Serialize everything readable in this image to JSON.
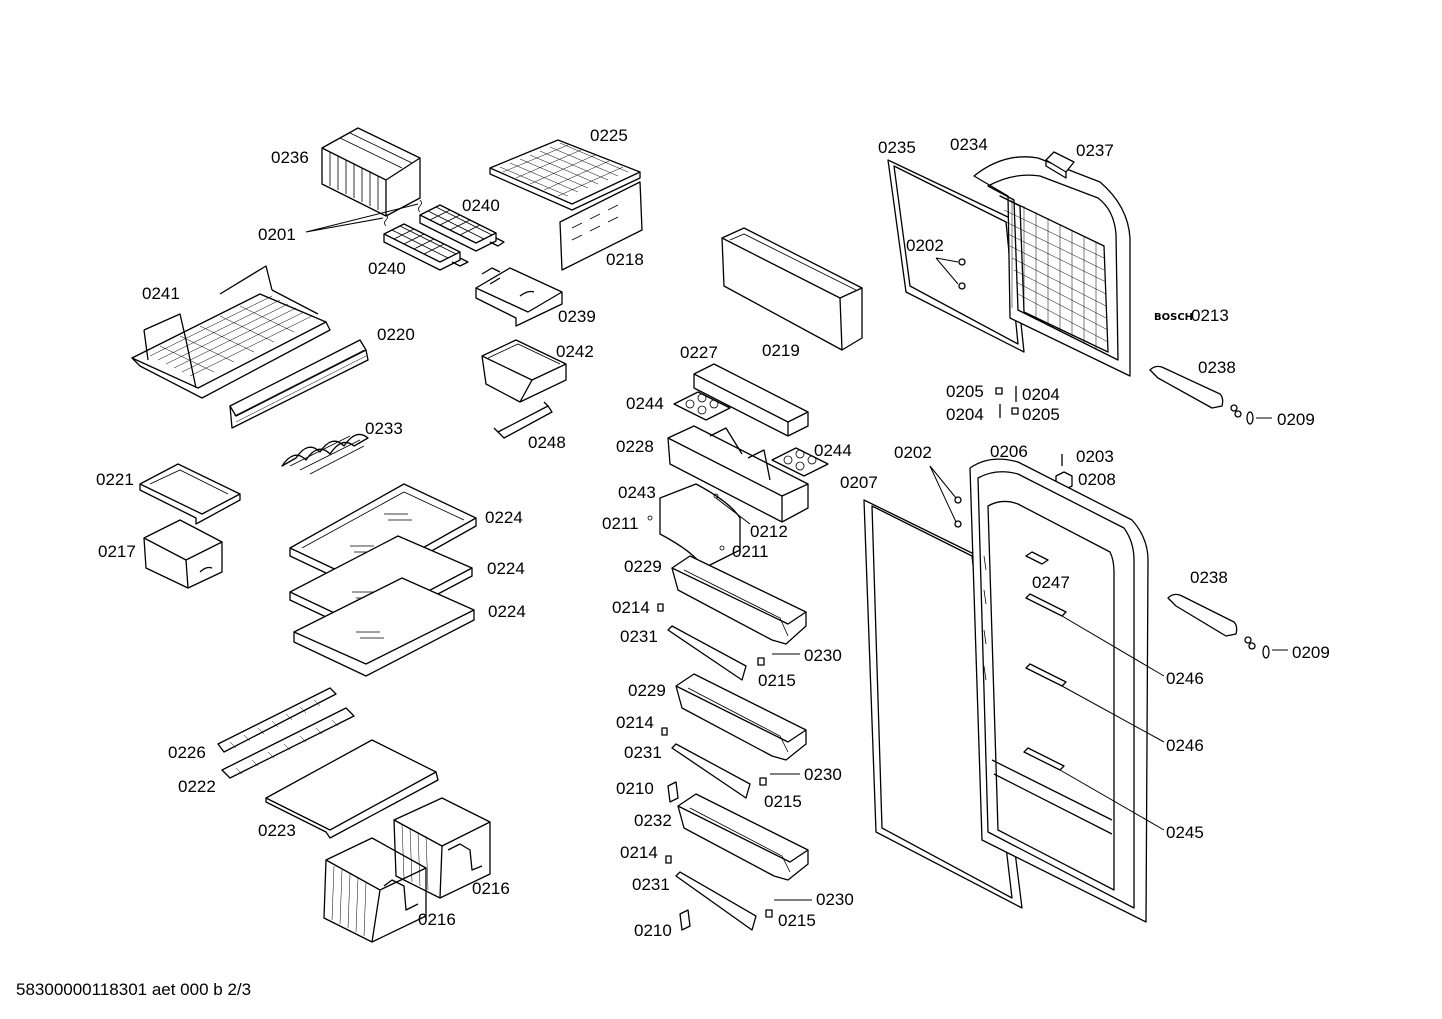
{
  "brand": "BOSCH",
  "footer": "58300000118301 aet 000 b 2/3",
  "labels": [
    {
      "id": "l0236",
      "text": "0236"
    },
    {
      "id": "l0225",
      "text": "0225"
    },
    {
      "id": "l0201",
      "text": "0201"
    },
    {
      "id": "l0240a",
      "text": "0240"
    },
    {
      "id": "l0240b",
      "text": "0240"
    },
    {
      "id": "l0218",
      "text": "0218"
    },
    {
      "id": "l0241",
      "text": "0241"
    },
    {
      "id": "l0239",
      "text": "0239"
    },
    {
      "id": "l0220",
      "text": "0220"
    },
    {
      "id": "l0242",
      "text": "0242"
    },
    {
      "id": "l0248",
      "text": "0248"
    },
    {
      "id": "l0233",
      "text": "0233"
    },
    {
      "id": "l0221",
      "text": "0221"
    },
    {
      "id": "l0217",
      "text": "0217"
    },
    {
      "id": "l0224a",
      "text": "0224"
    },
    {
      "id": "l0224b",
      "text": "0224"
    },
    {
      "id": "l0224c",
      "text": "0224"
    },
    {
      "id": "l0226",
      "text": "0226"
    },
    {
      "id": "l0222",
      "text": "0222"
    },
    {
      "id": "l0223",
      "text": "0223"
    },
    {
      "id": "l0216a",
      "text": "0216"
    },
    {
      "id": "l0216b",
      "text": "0216"
    },
    {
      "id": "l0219",
      "text": "0219"
    },
    {
      "id": "l0227",
      "text": "0227"
    },
    {
      "id": "l0244a",
      "text": "0244"
    },
    {
      "id": "l0244b",
      "text": "0244"
    },
    {
      "id": "l0228",
      "text": "0228"
    },
    {
      "id": "l0243",
      "text": "0243"
    },
    {
      "id": "l0211a",
      "text": "0211"
    },
    {
      "id": "l0212",
      "text": "0212"
    },
    {
      "id": "l0211b",
      "text": "0211"
    },
    {
      "id": "l0229a",
      "text": "0229"
    },
    {
      "id": "l0214a",
      "text": "0214"
    },
    {
      "id": "l0231a",
      "text": "0231"
    },
    {
      "id": "l0230a",
      "text": "0230"
    },
    {
      "id": "l0215a",
      "text": "0215"
    },
    {
      "id": "l0229b",
      "text": "0229"
    },
    {
      "id": "l0214b",
      "text": "0214"
    },
    {
      "id": "l0231b",
      "text": "0231"
    },
    {
      "id": "l0230b",
      "text": "0230"
    },
    {
      "id": "l0210a",
      "text": "0210"
    },
    {
      "id": "l0215b",
      "text": "0215"
    },
    {
      "id": "l0232",
      "text": "0232"
    },
    {
      "id": "l0214c",
      "text": "0214"
    },
    {
      "id": "l0231c",
      "text": "0231"
    },
    {
      "id": "l0230c",
      "text": "0230"
    },
    {
      "id": "l0215c",
      "text": "0215"
    },
    {
      "id": "l0210b",
      "text": "0210"
    },
    {
      "id": "l0235",
      "text": "0235"
    },
    {
      "id": "l0234",
      "text": "0234"
    },
    {
      "id": "l0237",
      "text": "0237"
    },
    {
      "id": "l0202a",
      "text": "0202"
    },
    {
      "id": "l0213",
      "text": "0213"
    },
    {
      "id": "l0238a",
      "text": "0238"
    },
    {
      "id": "l0205a",
      "text": "0205"
    },
    {
      "id": "l0204a",
      "text": "0204"
    },
    {
      "id": "l0204b",
      "text": "0204"
    },
    {
      "id": "l0205b",
      "text": "0205"
    },
    {
      "id": "l0209a",
      "text": "0209"
    },
    {
      "id": "l0202b",
      "text": "0202"
    },
    {
      "id": "l0206",
      "text": "0206"
    },
    {
      "id": "l0203",
      "text": "0203"
    },
    {
      "id": "l0207",
      "text": "0207"
    },
    {
      "id": "l0208",
      "text": "0208"
    },
    {
      "id": "l0247",
      "text": "0247"
    },
    {
      "id": "l0238b",
      "text": "0238"
    },
    {
      "id": "l0209b",
      "text": "0209"
    },
    {
      "id": "l0246a",
      "text": "0246"
    },
    {
      "id": "l0246b",
      "text": "0246"
    },
    {
      "id": "l0245",
      "text": "0245"
    }
  ]
}
